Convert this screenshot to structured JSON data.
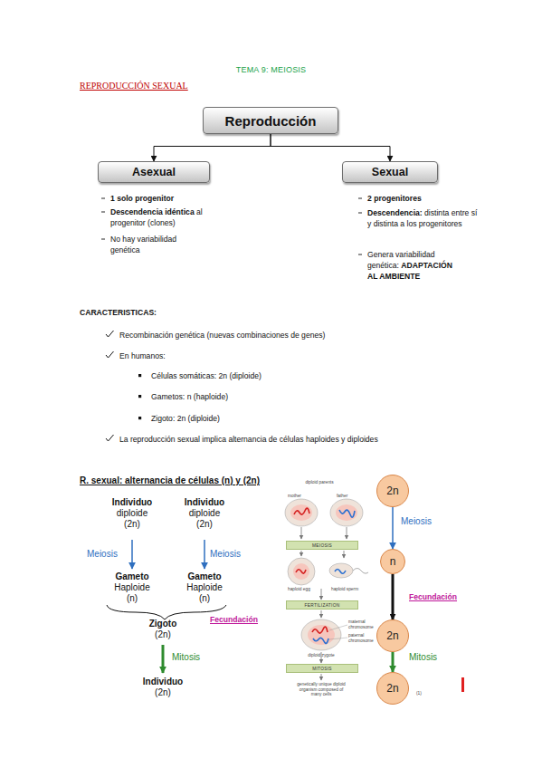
{
  "diagram": {
    "title": "TEMA 9: MEIOSIS",
    "nodes": [
      {
        "text": [
          "Reproducción"
        ]
      },
      {
        "text": [
          "Asexual"
        ]
      },
      {
        "text": [
          "Sexual"
        ]
      },
      {
        "text": [
          "MEIOSIS"
        ]
      },
      {
        "text": [
          "FERTILIZATION"
        ]
      },
      {
        "text": [
          "MITOSIS"
        ]
      },
      {
        "text": [
          "2n"
        ]
      },
      {
        "text": [
          "n"
        ]
      },
      {
        "text": [
          "2n"
        ]
      },
      {
        "text": [
          "2n"
        ]
      }
    ],
    "edges": [
      {
        "from": 0,
        "to": 1,
        "arrow": "to"
      },
      {
        "from": 0,
        "to": 2,
        "arrow": "to"
      },
      {
        "from": 6,
        "to": 7,
        "label": "Meiosis",
        "arrow": "to"
      },
      {
        "from": 7,
        "to": 8,
        "label": "Fecundación",
        "arrow": "to"
      },
      {
        "from": 8,
        "to": 9,
        "label": "Mitosis",
        "arrow": "to"
      }
    ],
    "labels": [
      "REPRODUCCIÓN SEXUAL",
      "1 solo progenitor",
      "Descendencia idéntica",
      "al progenitor (clones)",
      "No hay variabilidad genética",
      "2 progenitores",
      "Descendencia:",
      "distinta entre sí y distinta a los progenitores",
      "Genera variabilidad genética:",
      "ADAPTACIÓN AL AMBIENTE",
      "CARACTERISTICAS:",
      "Recombinación genética (nuevas combinaciones de genes)",
      "En humanos:",
      "Células somáticas: 2n (diploide)",
      "Gametos: n (haploide)",
      "Zigoto: 2n (diploide)",
      "La reproducción sexual implica alternancia de células haploides y diploides",
      "R. sexual: alternancia de células (n) y (2n)",
      "Individuo",
      "diploide",
      "(2n)",
      "Individuo",
      "diploide",
      "(2n)",
      "Meiosis",
      "Meiosis",
      "Gameto",
      "Haploide",
      "(n)",
      "Gameto",
      "Haploide",
      "(n)",
      "Fecundación",
      "Zigoto",
      "(2n)",
      "Mitosis",
      "Individuo",
      "(2n)",
      "diploid parents",
      "mother",
      "father",
      "haploid egg",
      "haploid sperm",
      "maternal chromosome",
      "paternal chromosome",
      "diploid zygote",
      "genetically unique diploid organism composed of many cells",
      "(1)"
    ]
  }
}
